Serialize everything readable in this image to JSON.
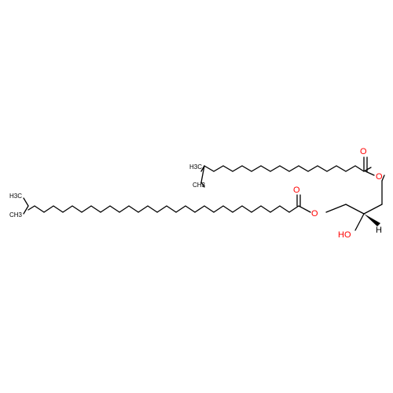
{
  "molecule": {
    "oxygen_color": "#ff0000",
    "carbon_color": "#000000",
    "labels": {
      "ester_O_top": "O",
      "carbonyl_O_top": "O",
      "ester_O_mid": "O",
      "carbonyl_O_mid": "O",
      "hydroxyl": "HO",
      "stereo_H": "H",
      "methyl_a": "H3C",
      "methyl_b": "CH3",
      "methyl_c": "H3C",
      "methyl_d": "CH3"
    }
  }
}
